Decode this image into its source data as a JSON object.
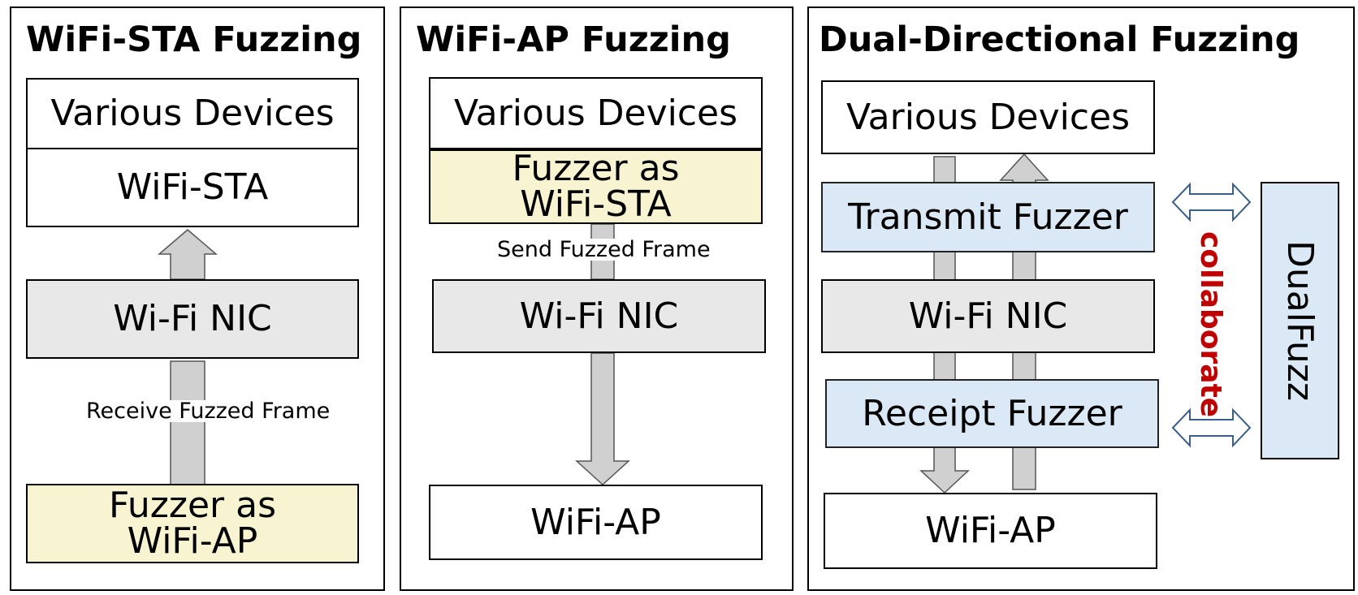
{
  "panel_sta": {
    "title": "WiFi-STA Fuzzing",
    "various_devices": "Various Devices",
    "wifi_sta": "WiFi-STA",
    "nic": "Wi-Fi NIC",
    "arrow_label": "Receive Fuzzed Frame",
    "fuzzer_line1": "Fuzzer as",
    "fuzzer_line2": "WiFi-AP"
  },
  "panel_ap": {
    "title": "WiFi-AP Fuzzing",
    "various_devices": "Various Devices",
    "fuzzer_line1": "Fuzzer as",
    "fuzzer_line2": "WiFi-STA",
    "arrow_label": "Send Fuzzed Frame",
    "nic": "Wi-Fi NIC",
    "wifi_ap": "WiFi-AP"
  },
  "panel_dual": {
    "title": "Dual-Directional Fuzzing",
    "various_devices": "Various Devices",
    "transmit_fuzzer": "Transmit Fuzzer",
    "nic": "Wi-Fi NIC",
    "receipt_fuzzer": "Receipt Fuzzer",
    "wifi_ap": "WiFi-AP",
    "collaborate": "collaborate",
    "dualfuzz": "DualFuzz"
  },
  "colors": {
    "device_fill": "#ffffff",
    "nic_fill": "#e8e8e8",
    "fuzzer_fill": "#f8f4d2",
    "dual_fill": "#dbe8f5",
    "arrow_fill": "#d0d0d0",
    "collab_text": "#c00000"
  }
}
